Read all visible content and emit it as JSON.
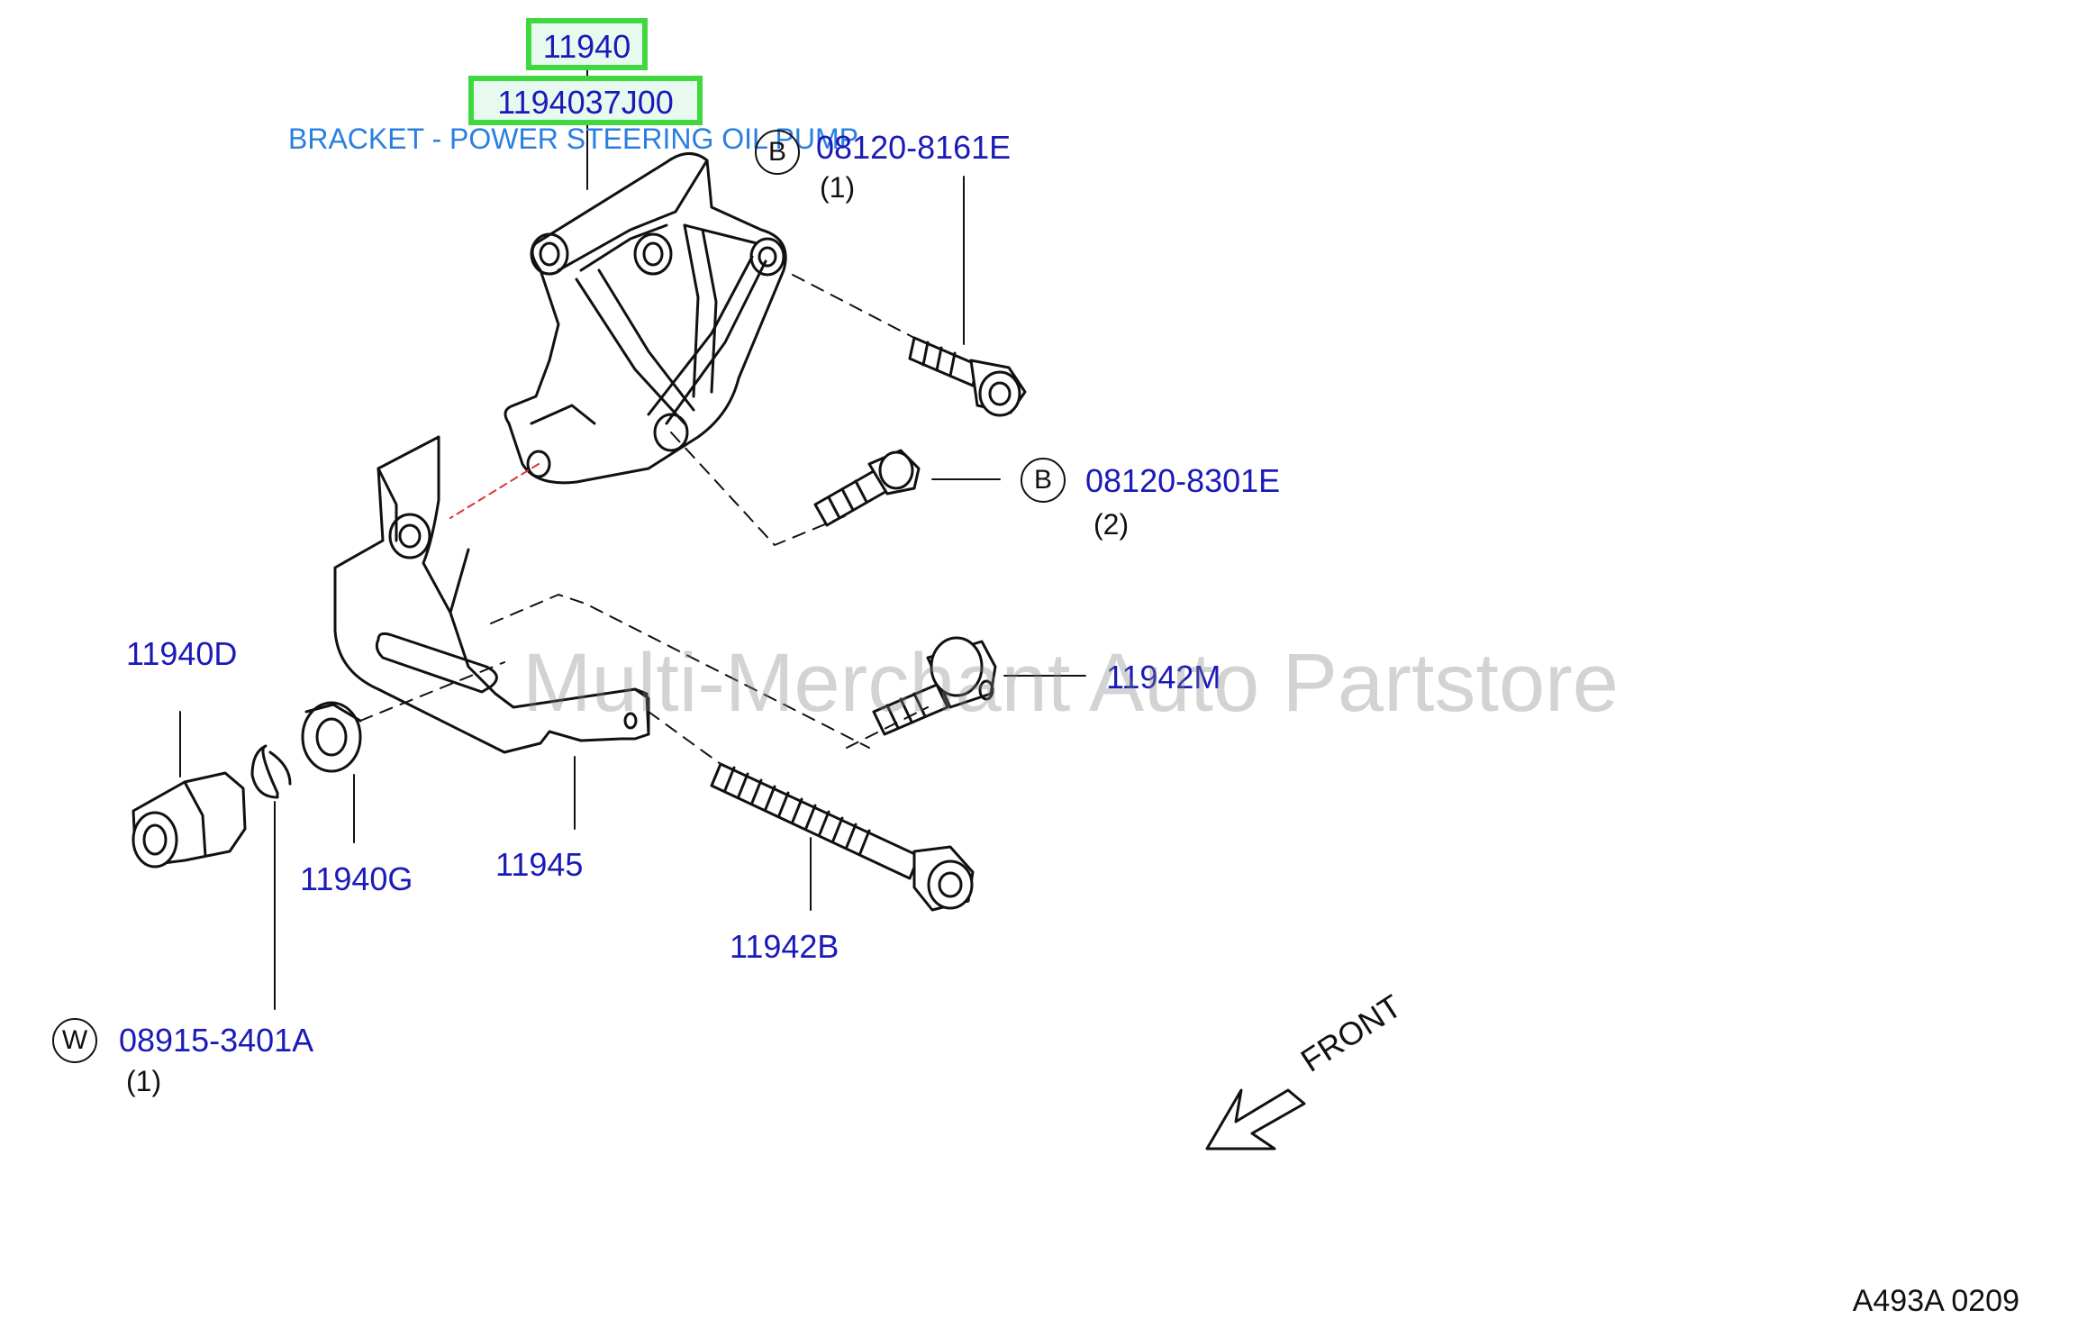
{
  "header": {
    "part_number": "11940",
    "catalog_number": "1194037J00",
    "description": "BRACKET - POWER STEERING OIL PUMP"
  },
  "callouts": {
    "bolt_upper": {
      "marker": "B",
      "part": "08120-8161E",
      "qty": "(1)"
    },
    "bolt_lower": {
      "marker": "B",
      "part": "08120-8301E",
      "qty": "(2)"
    },
    "spacer": {
      "part": "11940D"
    },
    "washer": {
      "part": "11940G"
    },
    "plate": {
      "part": "11945"
    },
    "bolt_long": {
      "part": "11942B"
    },
    "bolt_short": {
      "part": "11942M"
    },
    "snap_ring": {
      "marker": "W",
      "part": "08915-3401A",
      "qty": "(1)"
    }
  },
  "watermark": "Multi-Merchant Auto Partstore",
  "direction_label": "FRONT",
  "diagram_code": "A493A  0209",
  "colors": {
    "label_blue": "#1a1ab8",
    "description_blue": "#2a7fe0",
    "highlight_green": "#3fd93f"
  }
}
